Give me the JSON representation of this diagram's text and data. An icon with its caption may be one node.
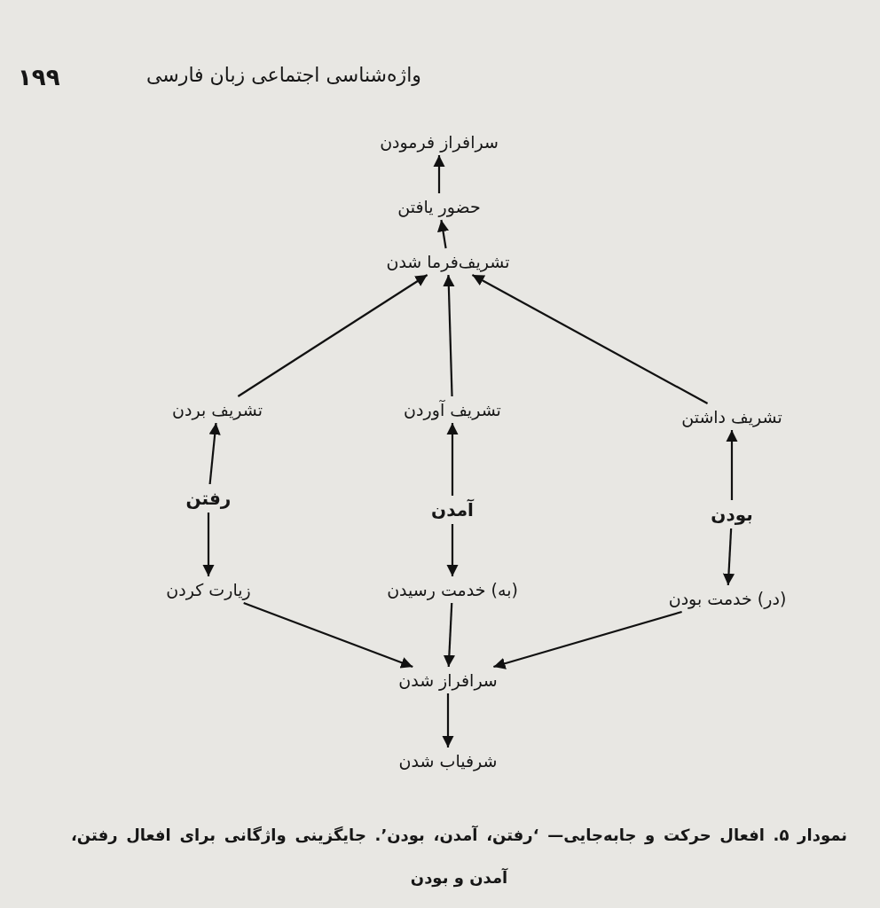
{
  "diagram": {
    "caption": "نمودار ۵. افعال حرکت و جابه‌جایی— ‘رفتن، آمدن، بودن’. جایگزینی واژگانی برای افعال رفتن، آمدن و بودن",
    "nodes": [
      {
        "text": [
          "سرافراز فرمودن"
        ]
      },
      {
        "text": [
          "حضور یافتن"
        ]
      },
      {
        "text": [
          "تشریف‌فرما شدن"
        ]
      },
      {
        "text": [
          "تشریف بردن"
        ]
      },
      {
        "text": [
          "تشریف آوردن"
        ]
      },
      {
        "text": [
          "تشریف داشتن"
        ]
      },
      {
        "text": [
          "رفتن"
        ]
      },
      {
        "text": [
          "آمدن"
        ]
      },
      {
        "text": [
          "بودن"
        ]
      },
      {
        "text": [
          "زیارت کردن"
        ]
      },
      {
        "text": [
          "(به) خدمت رسیدن"
        ]
      },
      {
        "text": [
          "(در) خدمت بودن"
        ]
      },
      {
        "text": [
          "سرافراز شدن"
        ]
      },
      {
        "text": [
          "شرفیاب شدن"
        ]
      }
    ],
    "edges": [
      {
        "from": 1,
        "to": 0,
        "arrow": "to"
      },
      {
        "from": 2,
        "to": 1,
        "arrow": "to"
      },
      {
        "from": 3,
        "to": 2,
        "arrow": "to"
      },
      {
        "from": 4,
        "to": 2,
        "arrow": "to"
      },
      {
        "from": 5,
        "to": 2,
        "arrow": "to"
      },
      {
        "from": 6,
        "to": 3,
        "arrow": "to"
      },
      {
        "from": 7,
        "to": 4,
        "arrow": "to"
      },
      {
        "from": 8,
        "to": 5,
        "arrow": "to"
      },
      {
        "from": 6,
        "to": 9,
        "arrow": "to"
      },
      {
        "from": 7,
        "to": 10,
        "arrow": "to"
      },
      {
        "from": 8,
        "to": 11,
        "arrow": "to"
      },
      {
        "from": 9,
        "to": 12,
        "arrow": "to"
      },
      {
        "from": 10,
        "to": 12,
        "arrow": "to"
      },
      {
        "from": 11,
        "to": 12,
        "arrow": "to"
      },
      {
        "from": 12,
        "to": 13,
        "arrow": "to"
      }
    ],
    "labels": [
      "۱۹۹",
      "واژه‌شناسی اجتماعی زبان فارسی"
    ]
  }
}
